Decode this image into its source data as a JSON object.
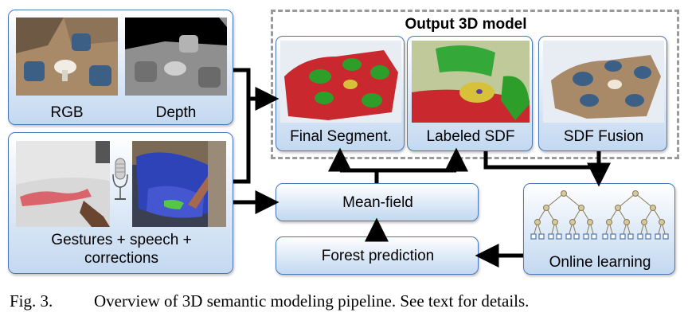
{
  "inputs": {
    "rgb_label": "RGB",
    "depth_label": "Depth",
    "interaction_label_line1": "Gestures + speech +",
    "interaction_label_line2": "corrections"
  },
  "output_group": {
    "title": "Output 3D model",
    "final_segment_label": "Final Segment.",
    "labeled_sdf_label": "Labeled SDF",
    "sdf_fusion_label": "SDF Fusion"
  },
  "processing": {
    "mean_field_label": "Mean-field",
    "forest_prediction_label": "Forest prediction",
    "online_learning_label": "Online learning"
  },
  "caption": {
    "prefix": "Fig. 3.",
    "text": "Overview of 3D semantic modeling pipeline. See text for details."
  },
  "colors": {
    "panel_border": "#4a78b8",
    "panel_fill": "#c3d8f0",
    "arrow": "#000000",
    "dashed_border": "#9a9a9a",
    "segment_red": "#c8282e",
    "segment_green": "#2e9e2a",
    "chair_blue": "#3c5f86",
    "tree_node_fill": "#d4c9a0",
    "tree_leaf": "#5b7fb0"
  }
}
